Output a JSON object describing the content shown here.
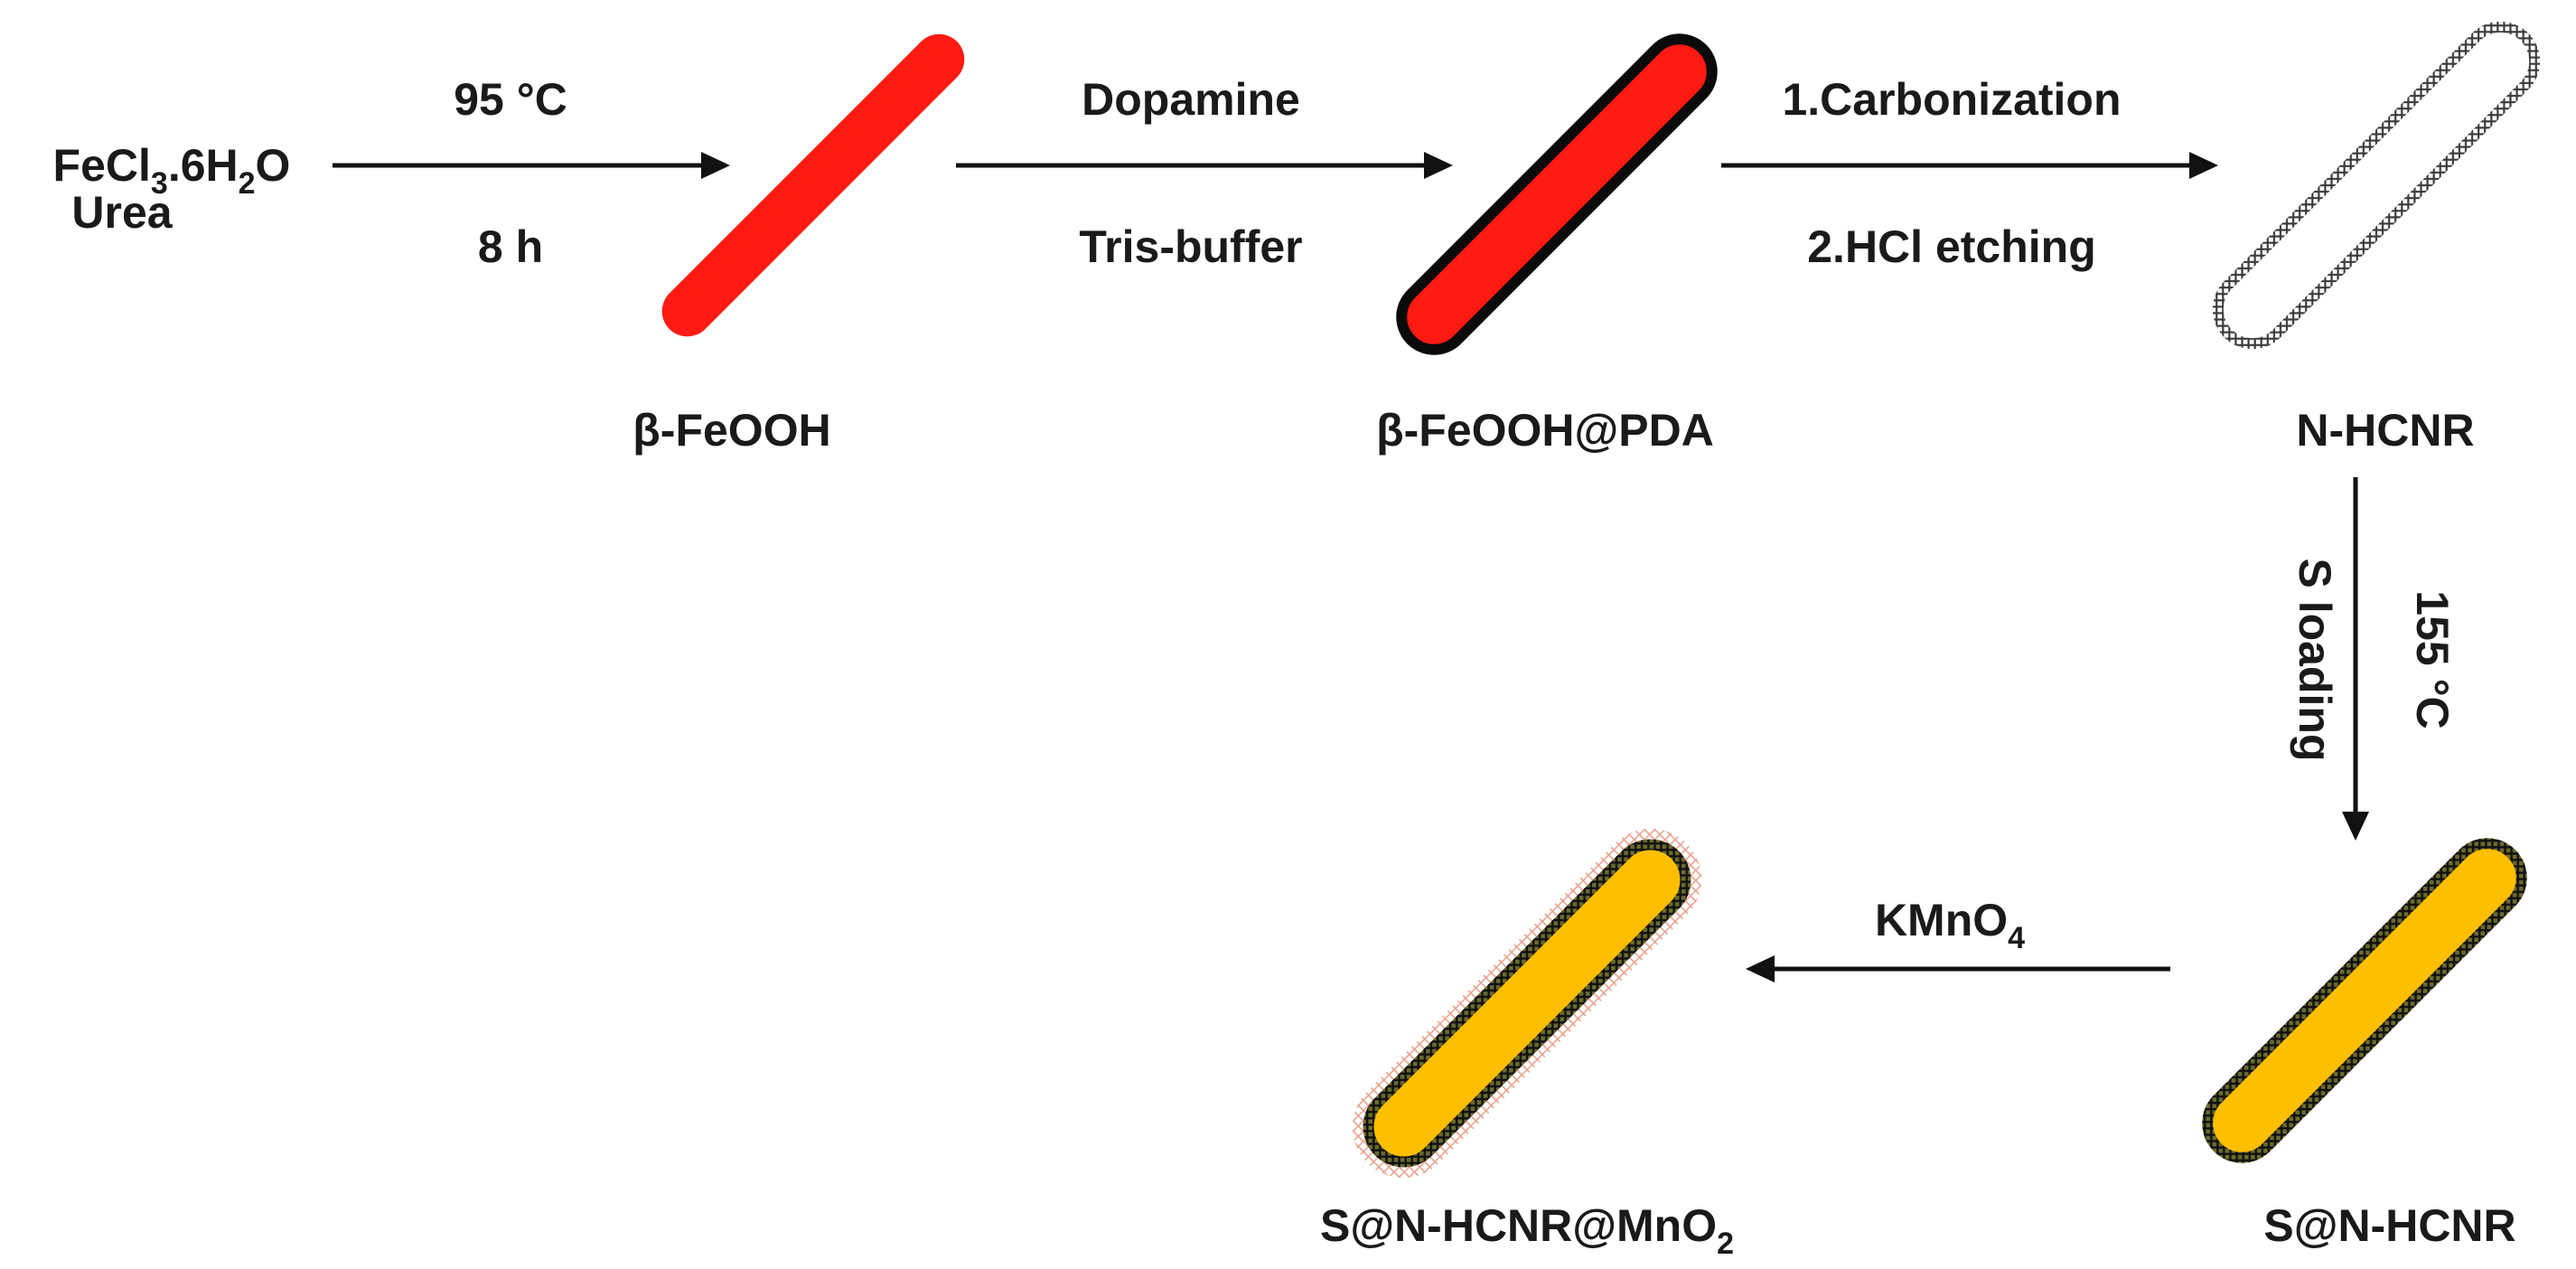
{
  "colors": {
    "iron_oxide": "#ff1a14",
    "pda_shell": "#0a0a0a",
    "sulfur": "#fdbf00",
    "carbon_shell": "#3a3a3a",
    "mno2": "#e8a08c",
    "arrow": "#111111"
  },
  "reactants": {
    "line1": {
      "main": "FeCl",
      "sub1": "3",
      "mid": ".6H",
      "sub2": "2",
      "end": "O"
    },
    "line2": "Urea"
  },
  "steps": {
    "step1": {
      "above": "95 °C",
      "below": "8 h"
    },
    "step2": {
      "above": "Dopamine",
      "below": "Tris-buffer"
    },
    "step3": {
      "above": "1.Carbonization",
      "below": "2.HCl etching"
    },
    "step4": {
      "left": "S loading",
      "right": "155 °C"
    },
    "step5": {
      "above_main": "KMnO",
      "above_sub": "4"
    }
  },
  "products": {
    "p1": "β-FeOOH",
    "p2": "β-FeOOH@PDA",
    "p3": "N-HCNR",
    "p4": "S@N-HCNR",
    "p5": {
      "main": "S@N-HCNR@MnO",
      "sub": "2"
    }
  }
}
